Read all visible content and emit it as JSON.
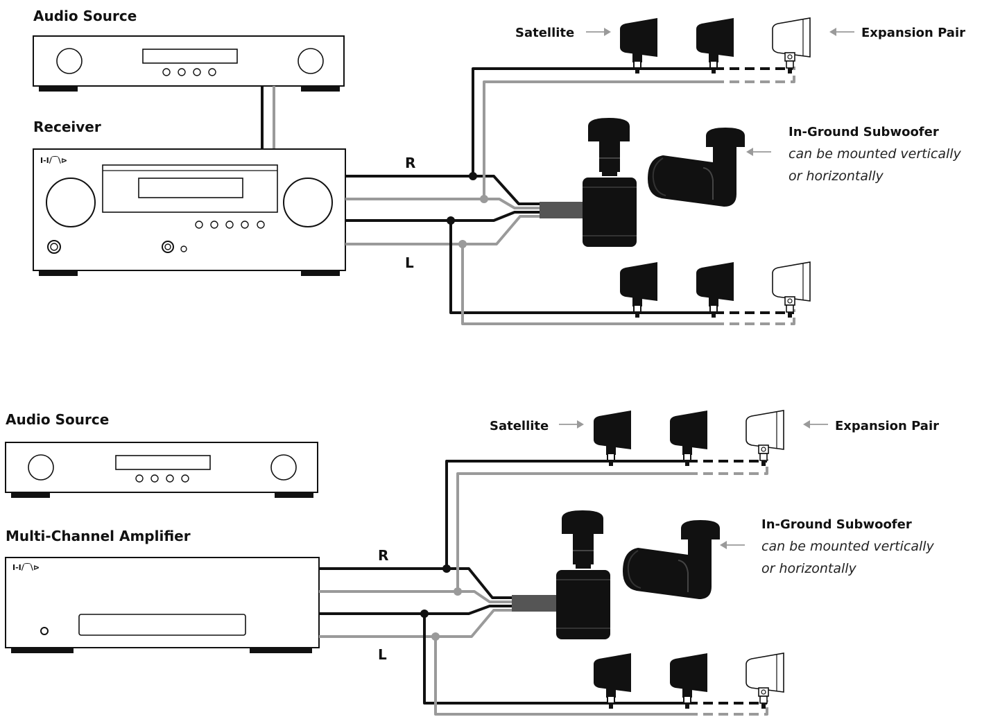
{
  "diagrams": [
    {
      "source_label": "Audio Source",
      "amp_label": "Receiver",
      "satellite_label": "Satellite",
      "expansion_label": "Expansion Pair",
      "subwoofer_title": "In-Ground Subwoofer",
      "subwoofer_note_1": "can be mounted vertically",
      "subwoofer_note_2": "or horizontally",
      "right_channel": "R",
      "left_channel": "L"
    },
    {
      "source_label": "Audio Source",
      "amp_label": "Multi-Channel Amplifier",
      "satellite_label": "Satellite",
      "expansion_label": "Expansion Pair",
      "subwoofer_title": "In-Ground Subwoofer",
      "subwoofer_note_1": "can be mounted vertically",
      "subwoofer_note_2": "or horizontally",
      "right_channel": "R",
      "left_channel": "L"
    }
  ],
  "colors": {
    "positive_wire": "#111111",
    "negative_wire": "#9a9a9a",
    "connector": "#555555",
    "arrow": "#9a9a9a"
  }
}
